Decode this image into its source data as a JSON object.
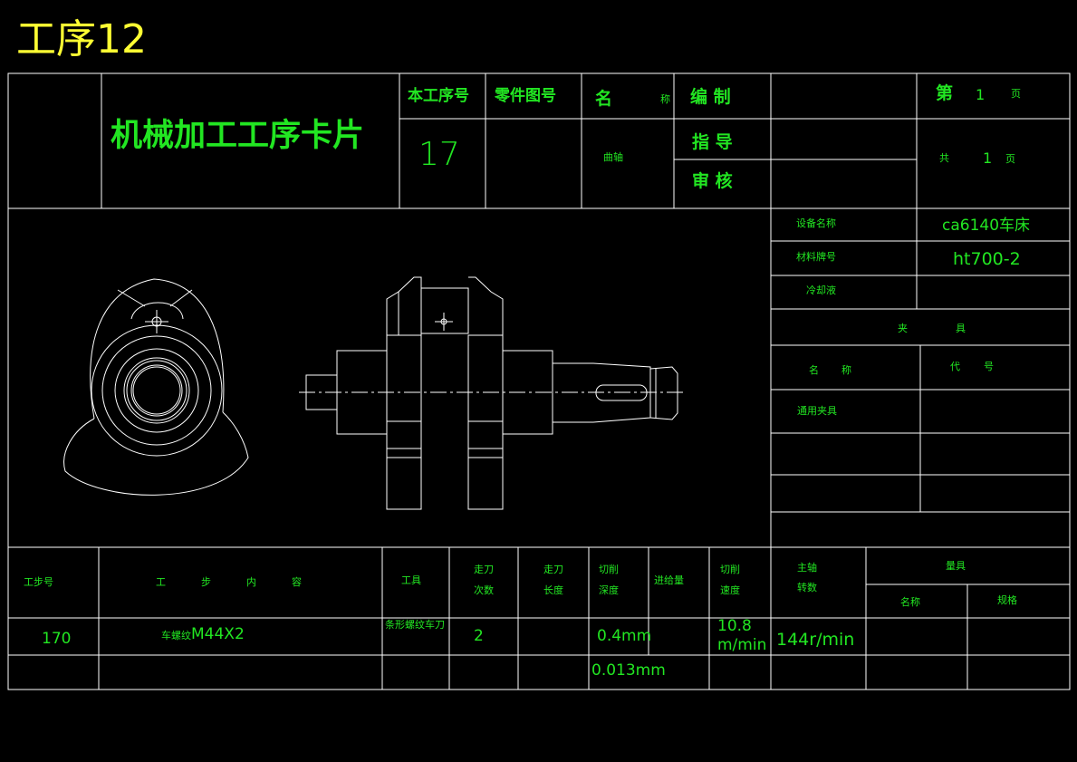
{
  "page_title": "工序12",
  "header": {
    "card_title": "机械加工工序卡片",
    "op_no_label": "本工序号",
    "op_no_value": "17",
    "part_drawing_label": "零件图号",
    "name_label_1": "名",
    "name_label_2": "称",
    "name_value": "曲轴",
    "prepared_label": "编 制",
    "guide_label": "指 导",
    "review_label": "审 核",
    "page_label_1": "第",
    "page_num": "1",
    "page_label_2": "页",
    "total_label_1": "共",
    "total_num": "1",
    "total_label_2": "页"
  },
  "info": {
    "equipment_label": "设备名称",
    "equipment_value": "ca6140车床",
    "material_label": "材料牌号",
    "material_value": "ht700-2",
    "coolant_label": "冷却液",
    "fixture_label_1": "夹",
    "fixture_label_2": "具",
    "fixture_name_label_1": "名",
    "fixture_name_label_2": "称",
    "fixture_code_label_1": "代",
    "fixture_code_label_2": "号",
    "fixture_general": "通用夹具"
  },
  "steps_table": {
    "col_step_no": "工步号",
    "col_content": [
      "工",
      "步",
      "内",
      "容"
    ],
    "col_tool": "工具",
    "col_passes": [
      "走刀",
      "次数"
    ],
    "col_length": [
      "走刀",
      "长度"
    ],
    "col_depth": [
      "切削",
      "深度"
    ],
    "col_feed": "进给量",
    "col_speed": [
      "切削",
      "速度"
    ],
    "col_spindle": [
      "主轴",
      "转数"
    ],
    "col_gauge": "量具",
    "col_gauge_name": "名称",
    "col_gauge_spec": "规格",
    "row": {
      "step_no": "170",
      "content_prefix": "车螺纹",
      "content_value": "M44X2",
      "tool": "条形螺纹车刀",
      "passes": "2",
      "depth": "0.4mm",
      "speed_1": "10.8",
      "speed_2": "m/min",
      "spindle": "144r/min",
      "feed_extra": "0.013mm"
    }
  },
  "colors": {
    "line": "#ffffff",
    "text": "#22e622",
    "title": "#ffff33",
    "background": "#000000"
  }
}
